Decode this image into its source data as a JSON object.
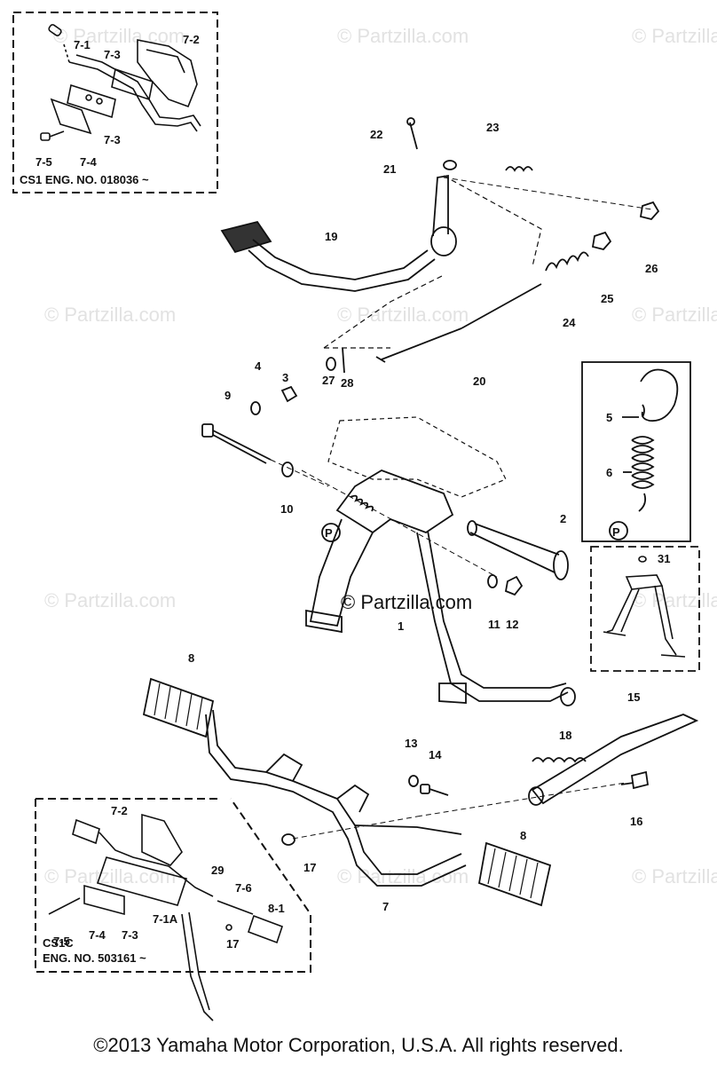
{
  "watermarks": [
    "© Partzilla.com",
    "© Partzilla.com",
    "© Partzilla.com",
    "© Partzilla.com",
    "© Partzilla.com",
    "© Partzilla.com",
    "© Partzilla.com",
    "© Partzilla.com",
    "© Partzilla.com",
    "© Partzilla.com",
    "© Partzilla.com"
  ],
  "center_watermark": "© Partzilla.com",
  "inset_cs1": {
    "caption": "CS1  ENG. NO. 018036 ~",
    "labels": [
      "7-1",
      "7-2",
      "7-3",
      "7-3",
      "7-5",
      "7-4"
    ]
  },
  "inset_cs1c": {
    "caption_model": "CS1C",
    "caption_eng": "ENG. NO. 503161 ~",
    "labels": [
      "7-2",
      "29",
      "7-6",
      "7-5",
      "7-4",
      "7-3",
      "7-1A",
      "17",
      "8-1"
    ]
  },
  "inset_spring": {
    "labels": [
      "5",
      "6"
    ],
    "badge": "P"
  },
  "inset_stand": {
    "labels": [
      "31"
    ]
  },
  "callouts": [
    "22",
    "23",
    "21",
    "19",
    "26",
    "25",
    "24",
    "20",
    "4",
    "3",
    "27",
    "28",
    "9",
    "10",
    "2",
    "11",
    "12",
    "1",
    "8",
    "13",
    "14",
    "15",
    "18",
    "16",
    "17",
    "7",
    "8"
  ],
  "badge_main": "P",
  "copyright": "©2013  Yamaha Motor Corporation, U.S.A. All rights reserved."
}
